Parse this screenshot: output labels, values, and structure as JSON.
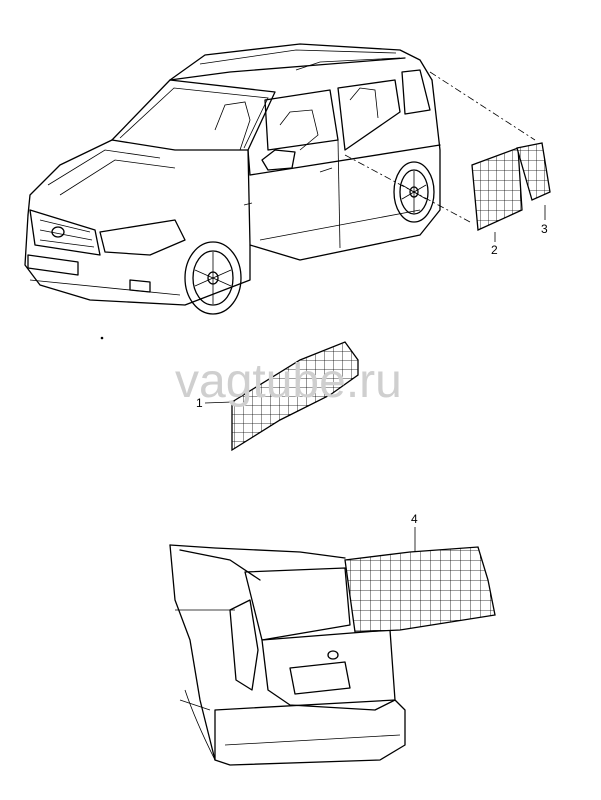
{
  "watermark": "vagtube.ru",
  "callouts": [
    {
      "id": "1",
      "label": "1"
    },
    {
      "id": "2",
      "label": "2"
    },
    {
      "id": "3",
      "label": "3"
    },
    {
      "id": "4",
      "label": "4"
    }
  ]
}
